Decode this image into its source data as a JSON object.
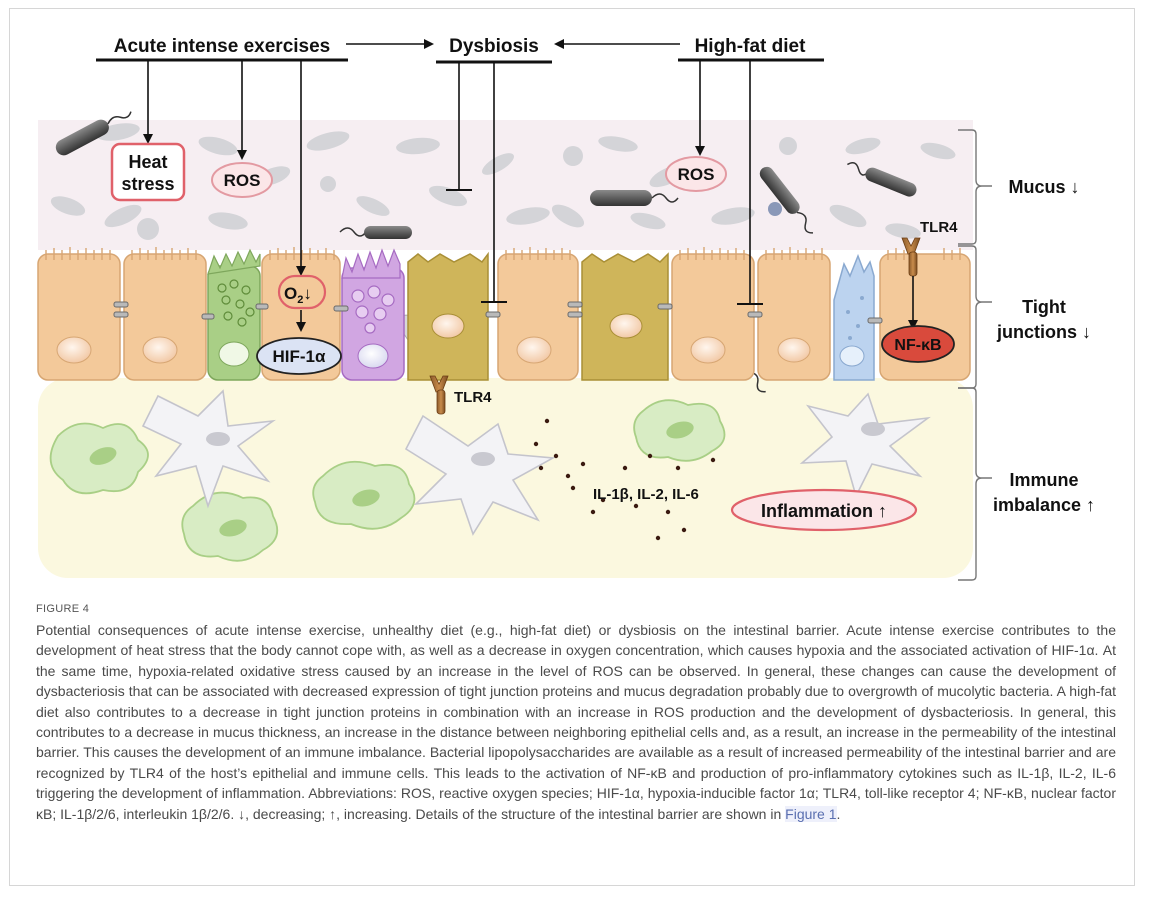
{
  "figure": {
    "labels": {
      "acute_exercise": "Acute intense exercises",
      "dysbiosis": "Dysbiosis",
      "high_fat_diet": "High-fat diet",
      "heat_stress_line1": "Heat",
      "heat_stress_line2": "stress",
      "ros_left": "ROS",
      "ros_right": "ROS",
      "o2": "O",
      "o2_sub": "2",
      "o2_arrow": "↓",
      "hif": "HIF-1α",
      "tlr4_top": "TLR4",
      "tlr4_bottom": "TLR4",
      "nfkb": "NF-κB",
      "cytokines": "IL-1β, IL-2, IL-6",
      "inflammation": "Inflammation ↑",
      "mucus": "Mucus ↓",
      "tight_line1": "Tight",
      "tight_line2": "junctions ↓",
      "immune_line1": "Immune",
      "immune_line2": "imbalance ↑"
    },
    "colors": {
      "mucus_layer": "#f6eef2",
      "lamina": "#fbf8df",
      "enterocyte": "#f3c99a",
      "goblet_green": "#a9cf86",
      "goblet_purple": "#d1a6e2",
      "tuft": "#cfb55a",
      "m_cell": "#bcd3ef",
      "nfkb_fill": "#d94a3c",
      "red_outline": "#e0616a"
    }
  },
  "caption": {
    "figure_label": "FIGURE 4",
    "text": "Potential consequences of acute intense exercise, unhealthy diet (e.g., high-fat diet) or dysbiosis on the intestinal barrier. Acute intense exercise contributes to the development of heat stress that the body cannot cope with, as well as a decrease in oxygen concentration, which causes hypoxia and the associated activation of HIF-1α. At the same time, hypoxia-related oxidative stress caused by an increase in the level of ROS can be observed. In general, these changes can cause the development of dysbacteriosis that can be associated with decreased expression of tight junction proteins and mucus degradation probably due to overgrowth of mucolytic bacteria. A high-fat diet also contributes to a decrease in tight junction proteins in combination with an increase in ROS production and the development of dysbacteriosis. In general, this contributes to a decrease in mucus thickness, an increase in the distance between neighboring epithelial cells and, as a result, an increase in the permeability of the intestinal barrier. This causes the development of an immune imbalance. Bacterial lipopolysaccharides are available as a result of increased permeability of the intestinal barrier and are recognized by TLR4 of the host’s epithelial and immune cells. This leads to the activation of NF-κB and production of pro-inflammatory cytokines such as IL-1β, IL-2, IL-6 triggering the development of inflammation. Abbreviations: ROS, reactive oxygen species; HIF-1α, hypoxia-inducible factor 1α; TLR4, toll-like receptor 4; NF-κB, nuclear factor κB; IL-1β/2/6, interleukin 1β/2/6. ↓, decreasing; ↑, increasing. Details of the structure of the intestinal barrier are shown in",
    "link_text": "Figure 1",
    "end": "."
  }
}
